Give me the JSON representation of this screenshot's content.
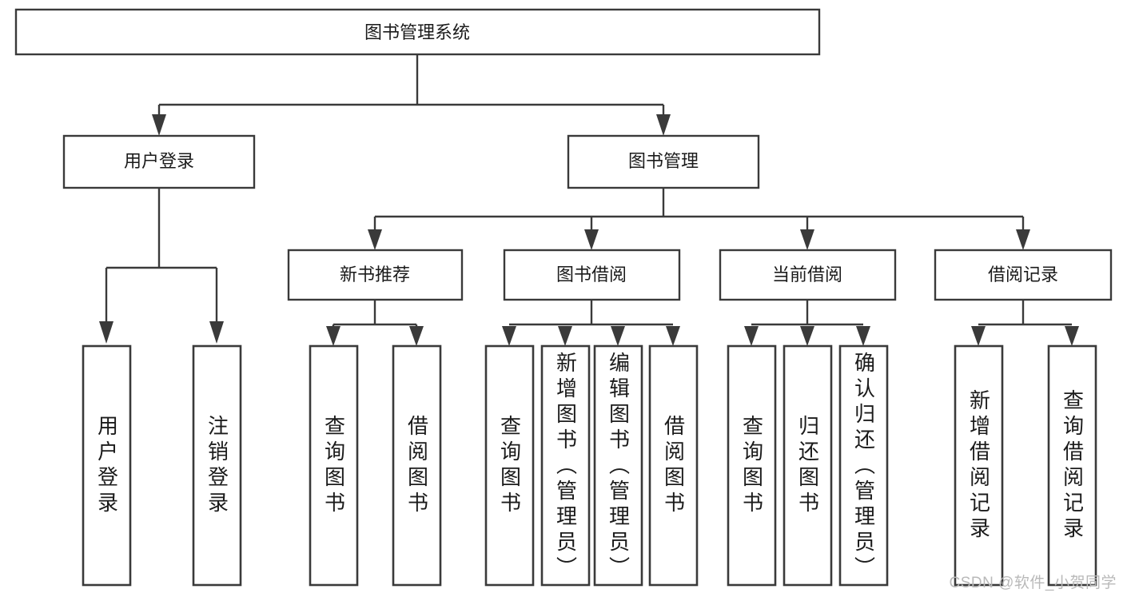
{
  "diagram": {
    "type": "tree-hierarchy-chart",
    "title": "图书管理系统",
    "orientation": "top-down",
    "colors": {
      "box_stroke": "#3a3a3a",
      "box_fill": "#ffffff",
      "connector": "#3a3a3a",
      "text": "#1b1b1b",
      "watermark": "#b9b9b9",
      "background": "#ffffff"
    },
    "root": {
      "label": "图书管理系统"
    },
    "level2": [
      {
        "label": "用户登录"
      },
      {
        "label": "图书管理"
      }
    ],
    "level3": [
      {
        "label": "新书推荐"
      },
      {
        "label": "图书借阅"
      },
      {
        "label": "当前借阅"
      },
      {
        "label": "借阅记录"
      }
    ],
    "leaves": {
      "user_login": [
        {
          "label": "用户登录"
        },
        {
          "label": "注销登录"
        }
      ],
      "new_book_recommend": [
        {
          "label": "查询图书"
        },
        {
          "label": "借阅图书"
        }
      ],
      "book_borrow": [
        {
          "label": "查询图书"
        },
        {
          "label": "新增图书（管理员）"
        },
        {
          "label": "编辑图书（管理员）"
        },
        {
          "label": "借阅图书"
        }
      ],
      "current_borrow": [
        {
          "label": "查询图书"
        },
        {
          "label": "归还图书"
        },
        {
          "label": "确认归还（管理员）"
        }
      ],
      "borrow_record": [
        {
          "label": "新增借阅记录"
        },
        {
          "label": "查询借阅记录"
        }
      ]
    }
  },
  "watermark": {
    "text": "CSDN @软件_小贺同学"
  }
}
